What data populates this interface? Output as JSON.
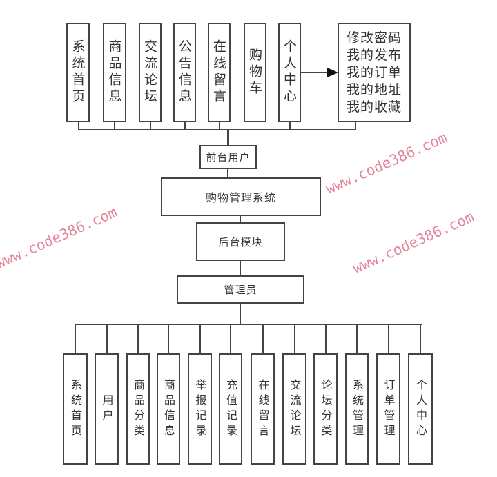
{
  "front": {
    "root": "前台用户",
    "items": [
      "系统首页",
      "商品信息",
      "交流论坛",
      "公告信息",
      "在线留言",
      "购物车",
      "个人中心"
    ],
    "personal_sub": [
      "修改密码",
      "我的发布",
      "我的订单",
      "我的地址",
      "我的收藏"
    ]
  },
  "system": "购物管理系统",
  "backend": "后台模块",
  "admin": {
    "root": "管理员",
    "items": [
      "系统首页",
      "用户",
      "商品分类",
      "商品信息",
      "举报记录",
      "充值记录",
      "在线留言",
      "交流论坛",
      "论坛分类",
      "系统管理",
      "订单管理",
      "个人中心"
    ]
  },
  "watermark": "www.code386.com"
}
